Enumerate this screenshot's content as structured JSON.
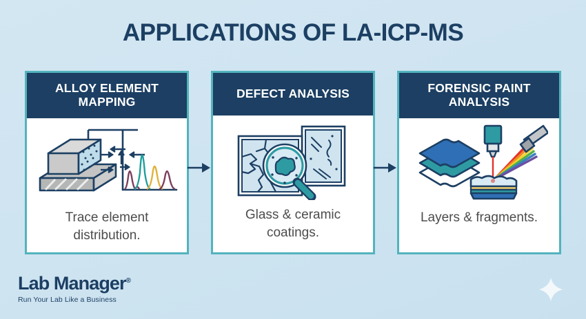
{
  "title": "APPLICATIONS OF LA-ICP-MS",
  "background": {
    "color_start": "#d3e7f2",
    "color_end": "#c9e1ef"
  },
  "theme": {
    "navy": "#1c3f63",
    "teal_border": "#53b3bd",
    "card_bg": "#ffffff",
    "caption_color": "#4c4c4c",
    "arrow_color": "#1c3f63"
  },
  "cards": [
    {
      "header": "ALLOY ELEMENT MAPPING",
      "caption": "Trace element distribution.",
      "icon_name": "alloy-block-spectrum-icon",
      "spectrum_peak_colors": [
        "#7b3f5e",
        "#1f9e9c",
        "#e0b13c",
        "#7b3f5e"
      ]
    },
    {
      "header": "DEFECT ANALYSIS",
      "caption": "Glass & ceramic coatings.",
      "icon_name": "cracked-glass-magnifier-icon",
      "defect_blob_color": "#2e9ba3"
    },
    {
      "header": "FORENSIC PAINT ANALYSIS",
      "caption": "Layers & fragments.",
      "icon_name": "paint-layers-laser-prism-icon",
      "rainbow_colors": [
        "#e3322b",
        "#f08b22",
        "#f2d32e",
        "#4fae4c",
        "#3a7fc2",
        "#6b4fa0"
      ]
    }
  ],
  "arrows": [
    {
      "name": "arrow-card1-to-card2"
    },
    {
      "name": "arrow-card2-to-card3"
    }
  ],
  "logo": {
    "word": "Lab Manager",
    "registered": "®",
    "tagline": "Run Your Lab Like a Business"
  },
  "decoration": {
    "sparkle_name": "sparkle-star"
  }
}
